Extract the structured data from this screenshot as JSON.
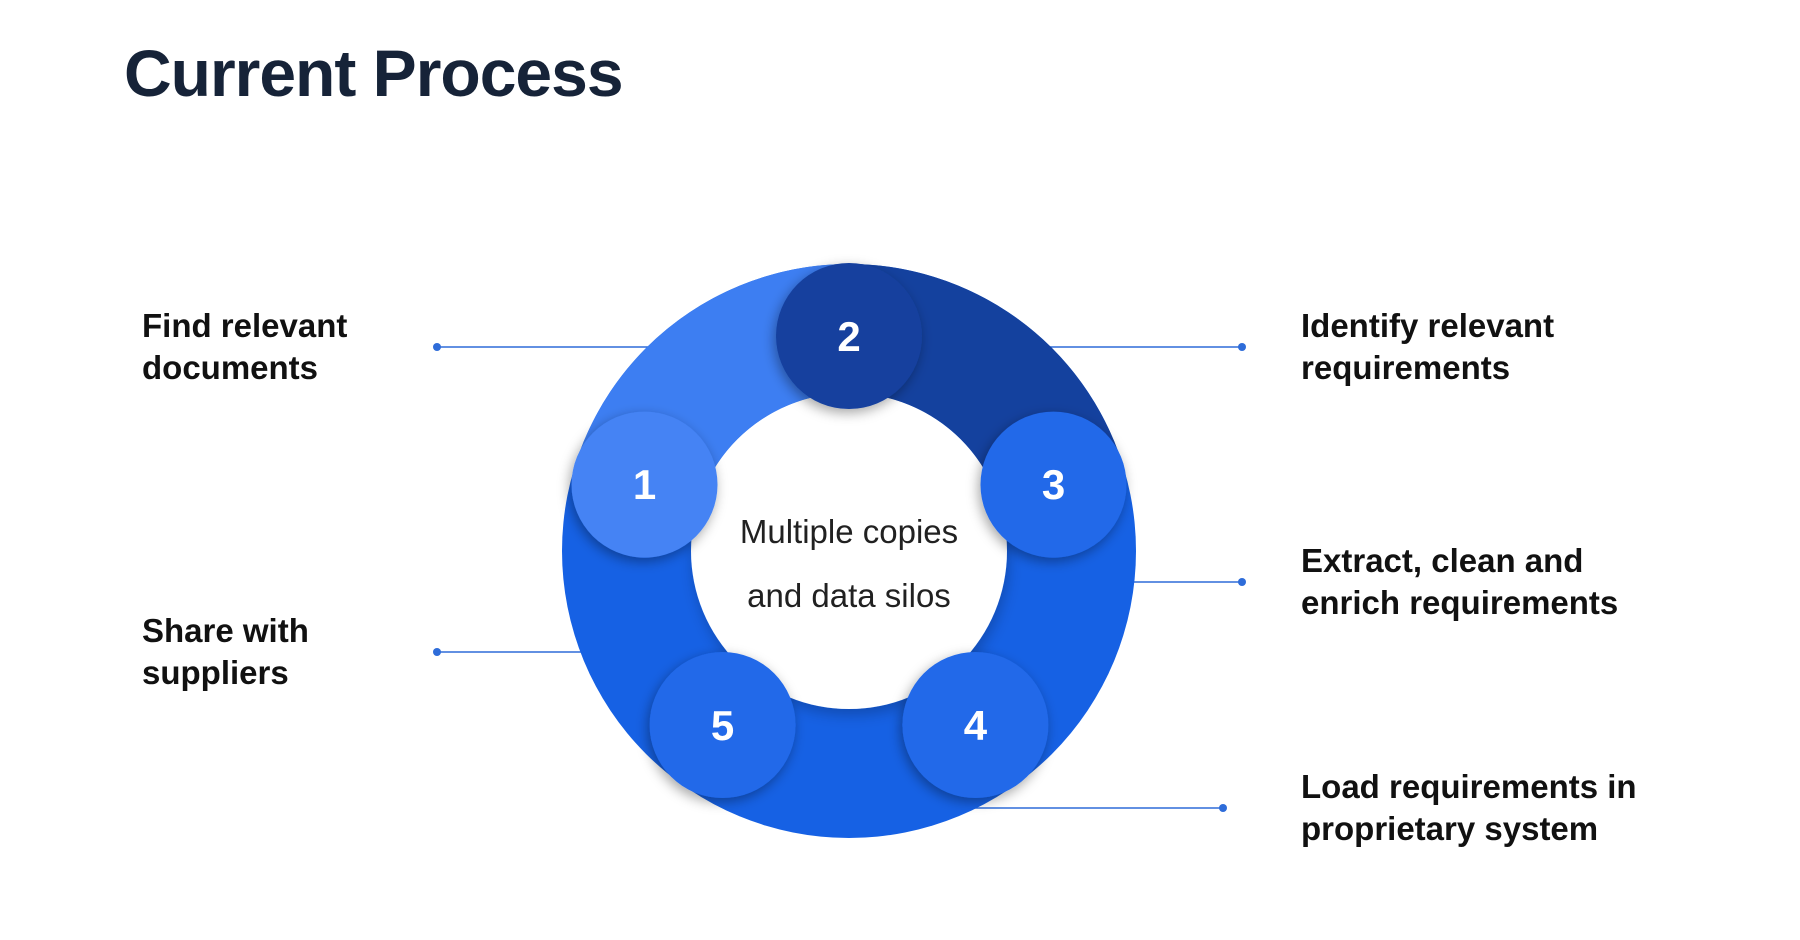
{
  "title": "Current Process",
  "center_message": {
    "line1": "Multiple copies",
    "line2": "and data silos"
  },
  "steps": [
    {
      "number": "1",
      "label_line1": "Find relevant",
      "label_line2": "documents",
      "side": "left",
      "bubble_color": "#4483F4",
      "segment_color": "#3D7EF2"
    },
    {
      "number": "2",
      "label_line1": "Identify relevant",
      "label_line2": "requirements",
      "side": "right",
      "bubble_color": "#14419E",
      "segment_color": "#14419E"
    },
    {
      "number": "3",
      "label_line1": "Extract, clean and",
      "label_line2": "enrich requirements",
      "side": "right",
      "bubble_color": "#2069E9",
      "segment_color": "#1661E4"
    },
    {
      "number": "4",
      "label_line1": "Load requirements in",
      "label_line2": "proprietary system",
      "side": "right",
      "bubble_color": "#2069E9",
      "segment_color": "#1661E4"
    },
    {
      "number": "5",
      "label_line1": "Share with",
      "label_line2": "suppliers",
      "side": "left",
      "bubble_color": "#2069E9",
      "segment_color": "#1661E4"
    }
  ],
  "colors": {
    "ring_base": "#1661E4",
    "segment_light": "#3D7EF2",
    "segment_dark": "#14419E",
    "bubble_light": "#4483F4",
    "bubble_medium": "#2069E9",
    "connector_line": "#2E6CD9",
    "title_color": "#162338",
    "label_color": "#111111",
    "center_text_color": "#212121",
    "center_fill": "#ffffff"
  }
}
